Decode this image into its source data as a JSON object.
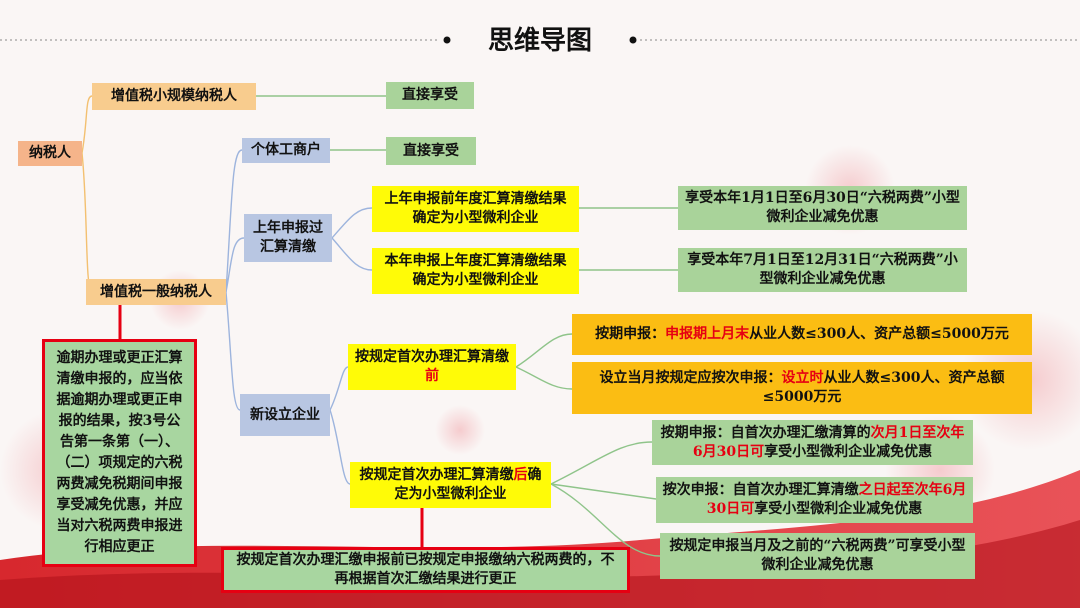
{
  "title": "思维导图",
  "colors": {
    "connector_orange": "#f3c070",
    "connector_blue": "#9db4dd",
    "connector_green": "#8fc48a",
    "callout_border": "#e60012",
    "emphasis_red": "#e60012"
  },
  "root": "纳税人",
  "small_scale": {
    "label": "增值税小规模纳税人",
    "result": "直接享受"
  },
  "general": {
    "label": "增值税一般纳税人"
  },
  "individual": {
    "label": "个体工商户",
    "result": "直接享受"
  },
  "filed": {
    "label": "上年申报过汇算清缴",
    "before": {
      "label": "上年申报前年度汇算清缴结果确定为小型微利企业",
      "result": "享受本年1月1日至6月30日“六税两费”小型微利企业减免优惠"
    },
    "after": {
      "label": "本年申报上年度汇算清缴结果确定为小型微利企业",
      "result": "享受本年7月1日至12月31日“六税两费”小型微利企业减免优惠"
    }
  },
  "new_enterprise": {
    "label": "新设立企业",
    "before_group": {
      "label_a": "按规定首次办理汇算清缴",
      "label_red": "前",
      "period": {
        "a": "按期申报：",
        "red": "申报期上月末",
        "b": "从业人数≤300人、资产总额≤5000万元"
      },
      "per_time": {
        "a": "设立当月按规定应按次申报：",
        "red": "设立时",
        "b": "从业人数≤300人、资产总额≤5000万元"
      }
    },
    "after_group": {
      "label_a": "按规定首次办理汇算清缴",
      "label_red": "后",
      "label_b": "确定为小型微利企业",
      "period": {
        "a": "按期申报：自首次办理汇缴清算的",
        "red": "次月1日至次年6月30日可",
        "b": "享受小型微利企业减免优惠"
      },
      "per_time": {
        "a": "按次申报：自首次办理汇算清缴",
        "red": "之日起至次年6月30日可",
        "b": "享受小型微利企业减免优惠"
      },
      "prior": "按规定申报当月及之前的“六税两费”可享受小型微利企业减免优惠"
    }
  },
  "note_left": "逾期办理或更正汇算清缴申报的，应当依据逾期办理或更正申报的结果，按3号公告第一条第（一）、（二）项规定的六税两费减免税期间申报享受减免优惠，并应当对六税两费申报进行相应更正",
  "note_bottom": "按规定首次办理汇缴申报前已按规定申报缴纳六税两费的，不再根据首次汇缴结果进行更正"
}
